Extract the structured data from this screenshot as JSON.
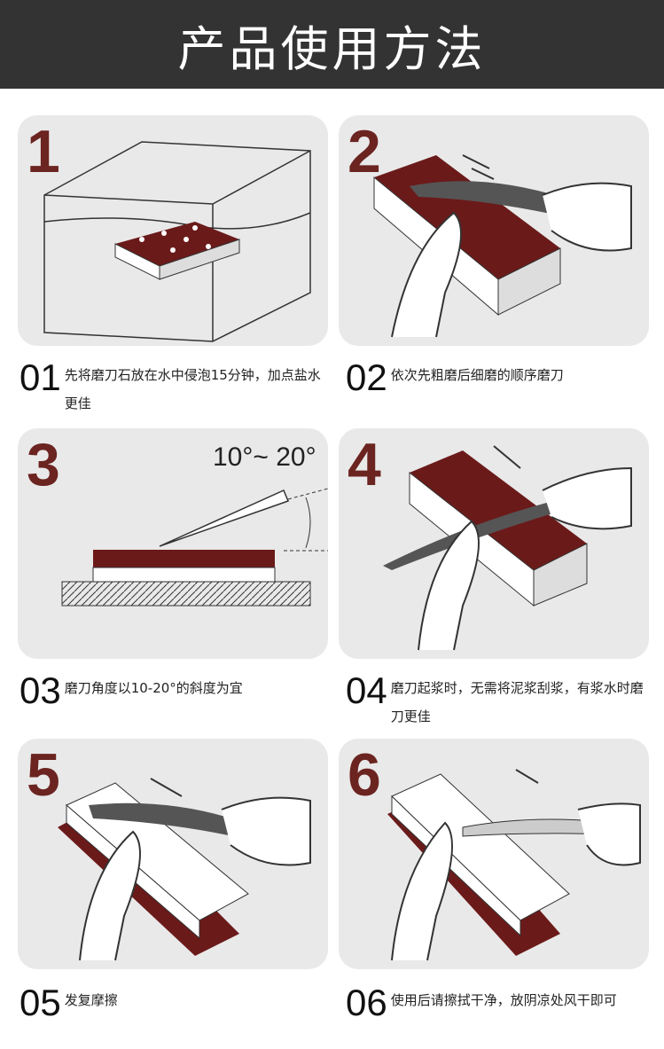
{
  "header": {
    "title": "产品使用方法"
  },
  "steps": [
    {
      "big": "1",
      "num": "01",
      "text": "先将磨刀石放在水中侵泡15分钟，加点盐水更佳"
    },
    {
      "big": "2",
      "num": "02",
      "text": "依次先粗磨后细磨的顺序磨刀"
    },
    {
      "big": "3",
      "num": "03",
      "text": "磨刀角度以10-20°的斜度为宜",
      "angle": "10°~ 20°"
    },
    {
      "big": "4",
      "num": "04",
      "text": "磨刀起浆时，无需将泥浆刮浆，有浆水时磨刀更佳"
    },
    {
      "big": "5",
      "num": "05",
      "text": "发复摩擦"
    },
    {
      "big": "6",
      "num": "06",
      "text": "使用后请擦拭干净，放阴凉处风干即可"
    }
  ],
  "colors": {
    "header_bg": "#333333",
    "stone": "#6b1a1a",
    "number": "#6b2420",
    "panel": "#e9e9e9"
  }
}
